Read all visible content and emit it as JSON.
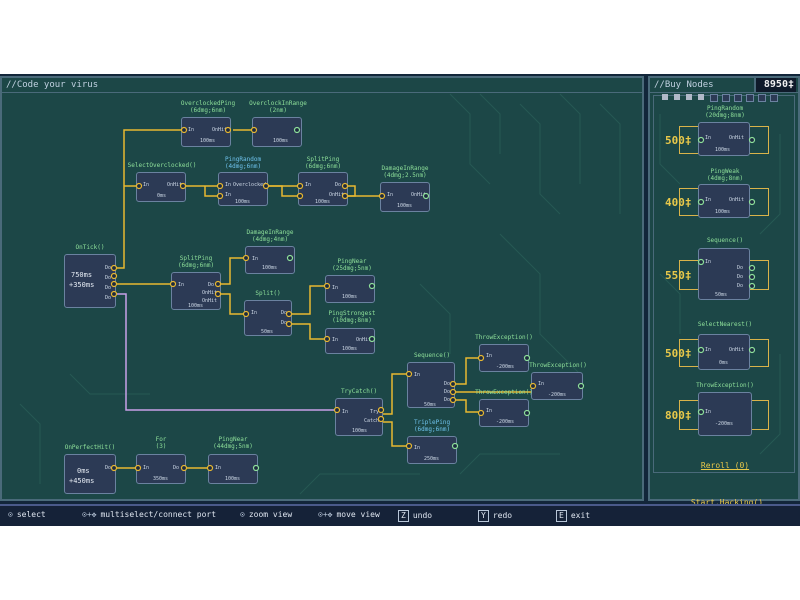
{
  "editor": {
    "title": "//Code your virus",
    "nodes": {
      "overclocked_ping": {
        "title": "OverclockedPing",
        "sub": "(6dmg;6nm)",
        "in": "In",
        "out": "OnHit",
        "time": "100ms"
      },
      "overclock_in_range": {
        "title": "OverclockInRange",
        "sub": "(2nm)",
        "time": "100ms"
      },
      "select_overclocked": {
        "title": "SelectOverclocked()",
        "in": "In",
        "out": "OnHit",
        "time": "0ms"
      },
      "ping_random": {
        "title": "PingRandom",
        "sub": "(4dmg;6nm)",
        "in": "In",
        "in2": "In",
        "out": "Overclocked",
        "time": "100ms"
      },
      "split_ping_top": {
        "title": "SplitPing",
        "sub": "(6dmg;6nm)",
        "in": "In",
        "out1": "Do",
        "out2": "OnHit",
        "time": "100ms"
      },
      "damage_in_range_top": {
        "title": "DamageInRange",
        "sub": "(4dmg;2.5nm)",
        "in": "In",
        "out": "OnHit",
        "time": "100ms"
      },
      "on_tick": {
        "title": "OnTick()",
        "line1": "750ms",
        "line2": "+350ms",
        "out1": "Do",
        "out2": "Do",
        "out3": "Do",
        "out4": "Do"
      },
      "split_ping_mid": {
        "title": "SplitPing",
        "sub": "(6dmg;6nm)",
        "in": "In",
        "out1": "Do",
        "out2": "OnHit",
        "out3": "OnHit",
        "time": "100ms"
      },
      "damage_in_range_mid": {
        "title": "DamageInRange",
        "sub": "(4dmg;4nm)",
        "in": "In",
        "time": "100ms"
      },
      "split": {
        "title": "Split()",
        "in": "In",
        "out1": "Do",
        "out2": "Do",
        "time": "50ms"
      },
      "ping_near_mid": {
        "title": "PingNear",
        "sub": "(25dmg;5nm)",
        "in": "In",
        "time": "100ms"
      },
      "ping_strongest": {
        "title": "PingStrongest",
        "sub": "(10dmg;8nm)",
        "in": "In",
        "out": "OnHit",
        "time": "100ms"
      },
      "sequence": {
        "title": "Sequence()",
        "in": "In",
        "out1": "Do",
        "out2": "Do",
        "out3": "Do",
        "time": "50ms"
      },
      "throw_exception_1": {
        "title": "ThrowException()",
        "in": "In",
        "time": "-200ms"
      },
      "throw_exception_2": {
        "title": "ThrowException()",
        "in": "In",
        "time": "-200ms"
      },
      "throw_exception_3": {
        "title": "ThrowException()",
        "in": "In",
        "time": "-200ms"
      },
      "try_catch": {
        "title": "TryCatch()",
        "in": "In",
        "out1": "Try",
        "out2": "Catch",
        "time": "100ms"
      },
      "triple_ping": {
        "title": "TriplePing",
        "sub": "(6dmg;6nm)",
        "in": "In",
        "time": "250ms"
      },
      "on_perfect_hit": {
        "title": "OnPerfectHit()",
        "line1": "0ms",
        "line2": "+450ms",
        "out": "Do"
      },
      "for_node": {
        "title": "For",
        "sub": "(3)",
        "in": "In",
        "out": "Do",
        "time": "350ms"
      },
      "ping_near_bottom": {
        "title": "PingNear",
        "sub": "(44dmg;5nm)",
        "in": "In",
        "time": "100ms"
      }
    }
  },
  "shop": {
    "title": "//Buy Nodes",
    "currency": "8950‡",
    "items": [
      {
        "title": "PingRandom",
        "sub": "(20dmg;8nm)",
        "price": "500‡",
        "in": "In",
        "out": "OnHit",
        "time": "100ms"
      },
      {
        "title": "PingWeak",
        "sub": "(4dmg;8nm)",
        "price": "400‡",
        "in": "In",
        "out": "OnHit",
        "time": "100ms"
      },
      {
        "title": "Sequence()",
        "price": "550‡",
        "in": "In",
        "out1": "Do",
        "out2": "Do",
        "out3": "Do",
        "time": "50ms"
      },
      {
        "title": "SelectNearest()",
        "price": "500‡",
        "in": "In",
        "out": "OnHit",
        "time": "0ms"
      },
      {
        "title": "ThrowException()",
        "price": "800‡",
        "in": "In",
        "time": "-200ms"
      }
    ],
    "reroll": "Reroll (0)",
    "start": "Start.Hacking()"
  },
  "hints": [
    {
      "icon": "mouse-left-icon",
      "label": "select"
    },
    {
      "icon": "mouse-right-move-icon",
      "label": "multiselect/connect port"
    },
    {
      "icon": "mouse-wheel-icon",
      "label": "zoom view"
    },
    {
      "icon": "mouse-middle-move-icon",
      "label": "move view"
    },
    {
      "key": "Z",
      "label": "undo"
    },
    {
      "key": "Y",
      "label": "redo"
    },
    {
      "key": "E",
      "label": "exit"
    }
  ],
  "colors": {
    "wire_yellow": "#e8b830",
    "wire_purple": "#c8a0e8",
    "port_green": "#8ee09a",
    "node_fill": "#2c3a55"
  }
}
